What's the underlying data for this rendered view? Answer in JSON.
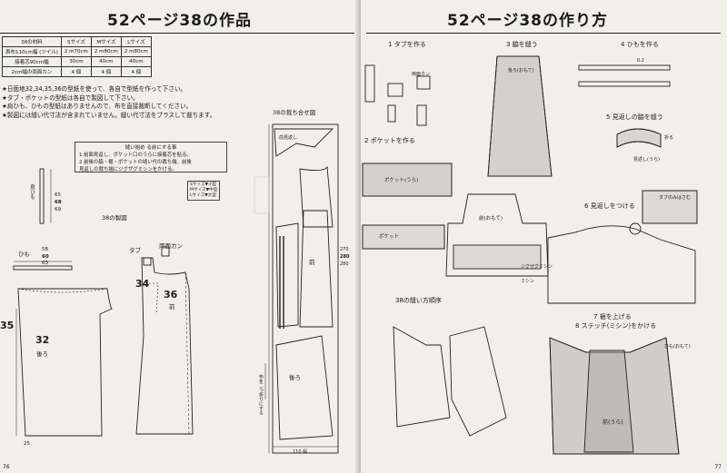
{
  "left_page": {
    "title": "52ページ38の作品",
    "size_table": {
      "headers": [
        "38の材料",
        "Sサイズ",
        "Mサイズ",
        "Lサイズ"
      ],
      "rows": [
        [
          "表布110cm幅 (ツイル)",
          "2 m70cm",
          "2 m80cm",
          "2 m80cm"
        ],
        [
          "接着芯90cm幅",
          "30cm",
          "40cm",
          "40cm"
        ],
        [
          "2cm幅の両面カン",
          "4 個",
          "4 個",
          "4 個"
        ]
      ]
    },
    "notes": [
      "★日面地32,34,35,36の型紙を使って、各自で型紙を作って下さい。",
      "★タブ・ポケットの型紙は各自で製図して下さい。",
      "★肩ひも、ひもの型紙はありませんので、布を直接裁断してください。",
      "★製図には縫い代寸法が含まれていません。縫い代寸法をプラスして裁ちます。"
    ],
    "box_title": "縫い始め る前にする事",
    "box_lines": [
      "1 前面見返し、ポケット口のうらに接着芯を貼る。",
      "2 前後の脇・裾・ポケットの縫い代の裁ち端、前後",
      "見返しの裁ち端にジグザグミシンをかける。"
    ],
    "size_legend": [
      "Sサイズ▼小型",
      "Mサイズ▼中型",
      "Lサイズ▼大型"
    ],
    "seizu_label": "38の製図",
    "saidan_label": "38の裁ち合せ図",
    "pattern_numbers": {
      "back": "32",
      "front_a": "34",
      "front_b": "36",
      "side": "35"
    },
    "part_labels": {
      "back": "後ろ",
      "front": "前",
      "tab": "タブ",
      "himo": "ひも",
      "kata_himo": "肩ひも",
      "ryomen_kan": "両面カン",
      "ura_back": "後ろ",
      "ura_front": "前",
      "mikaeshi": "前見返し",
      "wa_fold": "布を二つ折りにする"
    },
    "dim_labels": {
      "himo_s": "58",
      "himo_m": "60",
      "himo_l": "63",
      "kata_s": "65",
      "kata_m": "68",
      "kata_l": "69",
      "width": "110 幅",
      "length_s": "270",
      "length_m": "280",
      "length_l": "280",
      "hem": "25"
    },
    "page_number": "76"
  },
  "right_page": {
    "title": "52ページ38の作り方",
    "steps": [
      {
        "no": "1",
        "label": "タブを作る"
      },
      {
        "no": "2",
        "label": "ポケットを作る"
      },
      {
        "no": "3",
        "label": "脇を縫う"
      },
      {
        "no": "4",
        "label": "ひもを作る"
      },
      {
        "no": "5",
        "label": "見返しの脇を縫う"
      },
      {
        "no": "6",
        "label": "見返しをつける"
      },
      {
        "no": "7",
        "label": "裾を上げる"
      },
      {
        "no": "8",
        "label": "ステッチ(ミシン)をかける"
      }
    ],
    "order_title": "38の縫い方順序",
    "callouts": {
      "pocket_label": "ポケット(うら)",
      "pocket_label2": "ポケット",
      "front_label": "前(おもて)",
      "front_ura": "前(うら)",
      "back_label": "後ろ(おもて)",
      "zigzag": "ジグザグミシン",
      "mishin": "ミシン",
      "tab_fold": "タブのみはさむ",
      "kan": "両面カン",
      "himo_omote": "ひも(おもて)",
      "mikaeshi_ura": "見返し(うら)",
      "ori": "折る",
      "fold_mark": "0.2"
    },
    "page_number": "77"
  }
}
